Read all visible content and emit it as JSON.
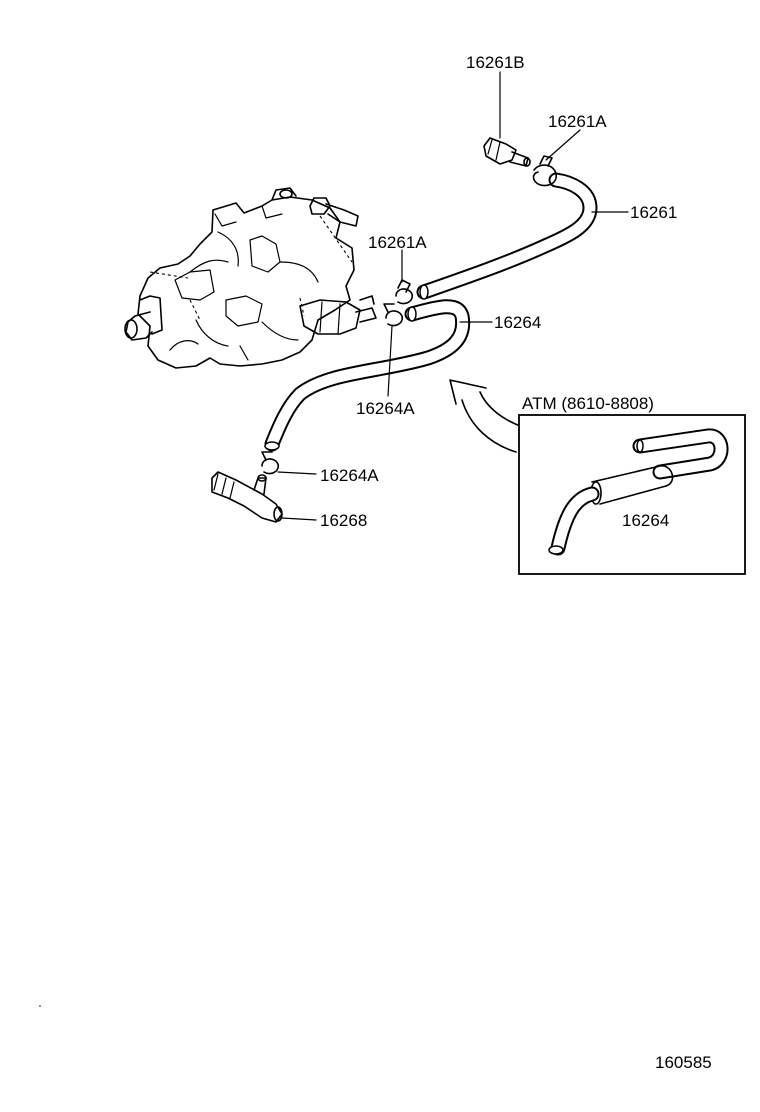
{
  "labels": {
    "part_16261B": "16261B",
    "part_16261A_top": "16261A",
    "part_16261": "16261",
    "part_16261A_mid": "16261A",
    "part_16264": "16264",
    "part_16264A_mid": "16264A",
    "part_16264A_low": "16264A",
    "part_16268": "16268",
    "inset_title": "ATM (8610-8808)",
    "inset_part_16264": "16264",
    "figure_number": "160585"
  },
  "icons": {
    "pump": "injection-pump-icon",
    "union": "hose-union-icon",
    "clamp": "hose-clamp-icon",
    "arrow": "curved-arrow-icon"
  }
}
